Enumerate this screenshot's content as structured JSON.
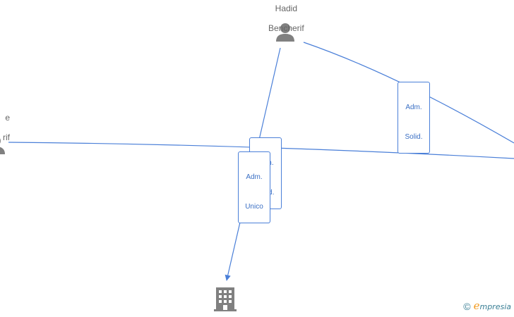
{
  "nodes": {
    "top_person": {
      "line1": "Hadid",
      "line2": "Bencherif"
    },
    "left_person": {
      "line1": "e",
      "line2": "rif"
    }
  },
  "edges": {
    "top_right": {
      "line1": "Adm.",
      "line2": "Solid."
    },
    "left_right": {
      "line1": "Adm.",
      "line2": "Solid."
    },
    "top_company": {
      "line1": "Adm.",
      "line2": "Unico"
    }
  },
  "icons": {
    "person": "person-icon",
    "company": "building-icon",
    "copyright": "copyright-icon"
  },
  "footer": {
    "copyright": "©",
    "brand_initial": "e",
    "brand_rest": "mpresia"
  },
  "colors": {
    "edge": "#4a7fd8",
    "icon": "#808080",
    "brand_orange": "#f39a1e",
    "brand_teal": "#3a7f95"
  }
}
